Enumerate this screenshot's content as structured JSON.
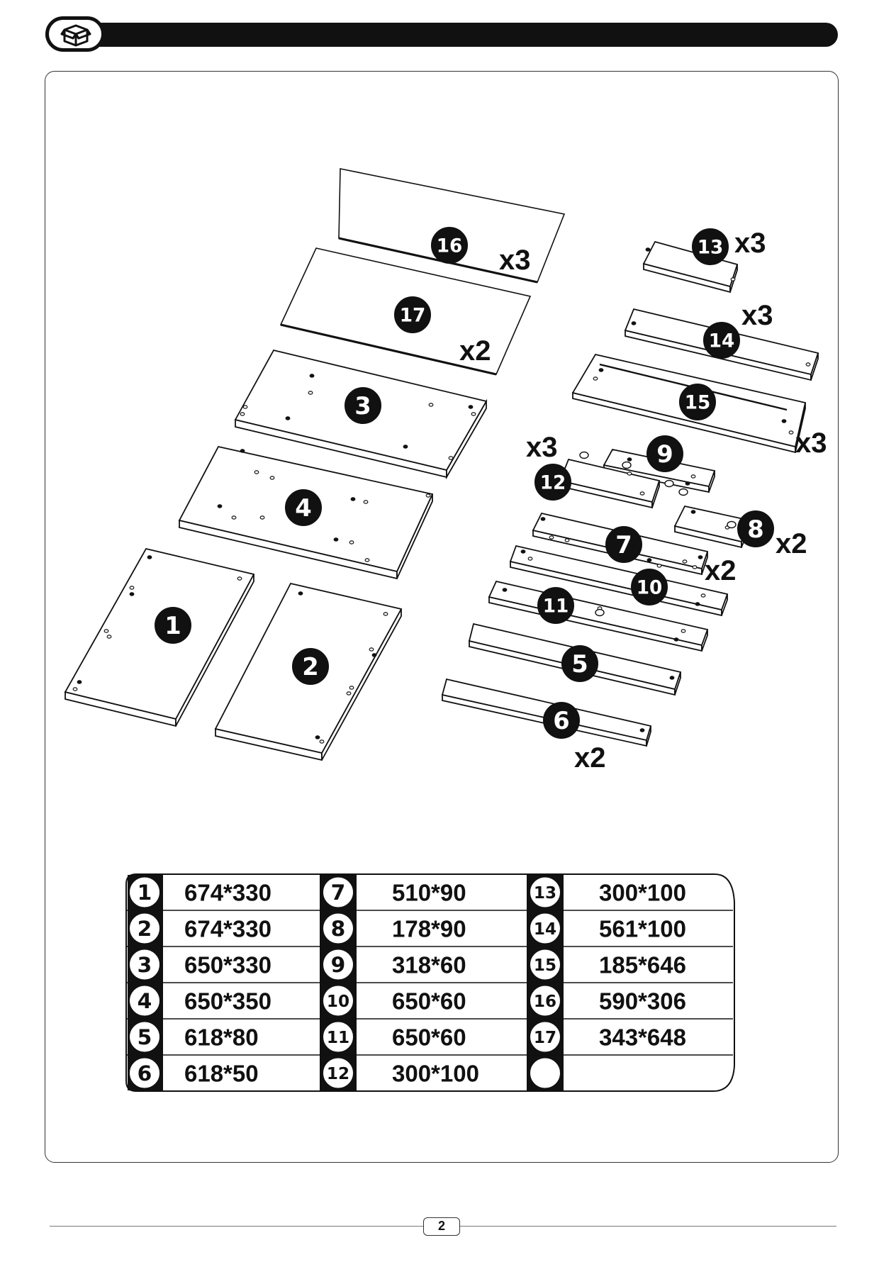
{
  "header": {
    "icon": "box-icon"
  },
  "parts": [
    {
      "id": "1",
      "label": "1",
      "qty": "",
      "dims": "674*330"
    },
    {
      "id": "2",
      "label": "2",
      "qty": "",
      "dims": "674*330"
    },
    {
      "id": "3",
      "label": "3",
      "qty": "",
      "dims": "650*330"
    },
    {
      "id": "4",
      "label": "4",
      "qty": "",
      "dims": "650*350"
    },
    {
      "id": "5",
      "label": "5",
      "qty": "",
      "dims": "618*80"
    },
    {
      "id": "6",
      "label": "6",
      "qty": "x2",
      "dims": "618*50"
    },
    {
      "id": "7",
      "label": "7",
      "qty": "",
      "dims": "510*90"
    },
    {
      "id": "8",
      "label": "8",
      "qty": "x2",
      "dims": "178*90"
    },
    {
      "id": "9",
      "label": "9",
      "qty": "",
      "dims": "318*60"
    },
    {
      "id": "10",
      "label": "10",
      "qty": "x2",
      "dims": "650*60"
    },
    {
      "id": "11",
      "label": "11",
      "qty": "",
      "dims": "650*60"
    },
    {
      "id": "12",
      "label": "12",
      "qty": "x3",
      "dims": "300*100"
    },
    {
      "id": "13",
      "label": "13",
      "qty": "x3",
      "dims": "300*100"
    },
    {
      "id": "14",
      "label": "14",
      "qty": "x3",
      "dims": "561*100"
    },
    {
      "id": "15",
      "label": "15",
      "qty": "x3",
      "dims": "185*646"
    },
    {
      "id": "16",
      "label": "16",
      "qty": "x3",
      "dims": "590*306"
    },
    {
      "id": "17",
      "label": "17",
      "qty": "x2",
      "dims": "343*648"
    }
  ],
  "table": {
    "columns": [
      [
        "1",
        "2",
        "3",
        "4",
        "5",
        "6"
      ],
      [
        "7",
        "8",
        "9",
        "10",
        "11",
        "12"
      ],
      [
        "13",
        "14",
        "15",
        "16",
        "17",
        ""
      ]
    ]
  },
  "footer": {
    "page_number": "2"
  }
}
